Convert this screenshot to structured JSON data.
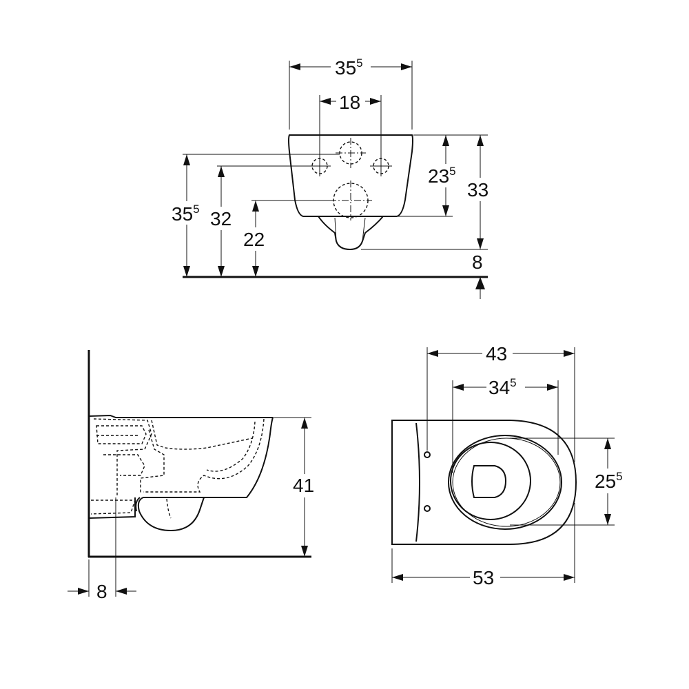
{
  "front_view": {
    "width_total": {
      "main": "35",
      "sup": "5"
    },
    "hole_spacing": {
      "main": "18",
      "sup": ""
    },
    "bowl_height": {
      "main": "23",
      "sup": "5"
    },
    "overall_height": {
      "main": "33",
      "sup": ""
    },
    "height_top_holes": {
      "main": "35",
      "sup": "5"
    },
    "height_side_holes": {
      "main": "32",
      "sup": ""
    },
    "height_outlet": {
      "main": "22",
      "sup": ""
    },
    "outlet_drop": {
      "main": "8",
      "sup": ""
    }
  },
  "side_view": {
    "height": {
      "main": "41",
      "sup": ""
    },
    "wall_offset": {
      "main": "8",
      "sup": ""
    }
  },
  "top_view": {
    "outer_length": {
      "main": "43",
      "sup": ""
    },
    "inner_length": {
      "main": "34",
      "sup": "5"
    },
    "inner_width": {
      "main": "25",
      "sup": "5"
    },
    "total_length": {
      "main": "53",
      "sup": ""
    }
  }
}
